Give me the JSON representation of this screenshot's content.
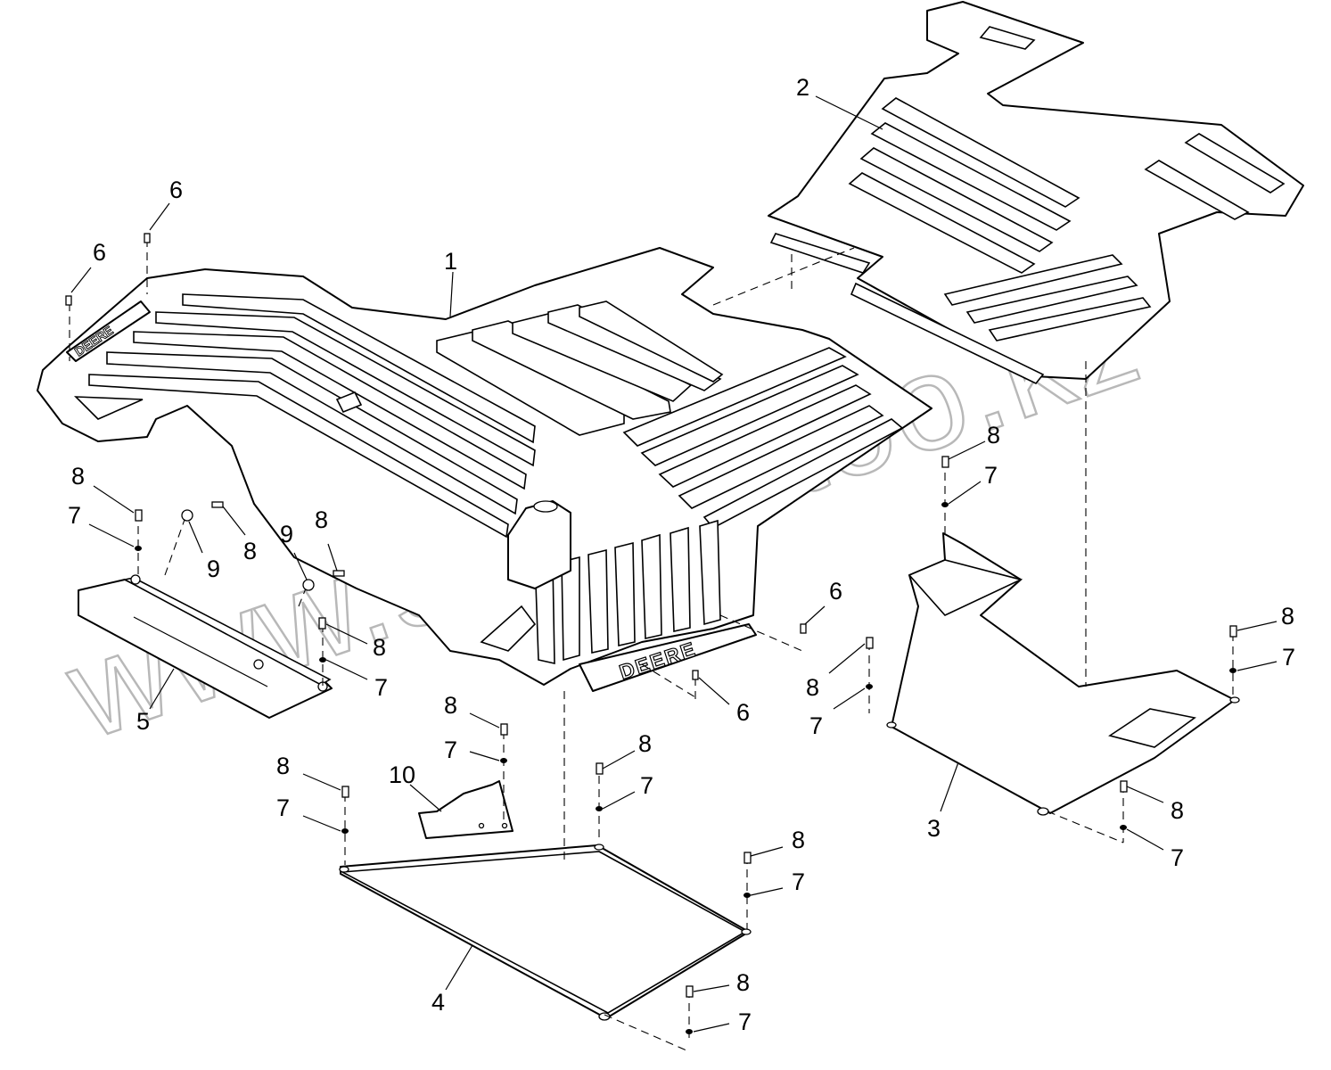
{
  "watermark": "www.simon-too.kz",
  "brand_rear": "DEERE",
  "brand_front": "DEERE",
  "parts": [
    {
      "id": "1",
      "label": "1"
    },
    {
      "id": "2",
      "label": "2"
    },
    {
      "id": "3",
      "label": "3"
    },
    {
      "id": "4",
      "label": "4"
    },
    {
      "id": "5",
      "label": "5"
    },
    {
      "id": "10",
      "label": "10"
    }
  ],
  "callouts": {
    "c1": "1",
    "c2": "2",
    "c3": "3",
    "c4": "4",
    "c5": "5",
    "c10": "10",
    "c6a": "6",
    "c6b": "6",
    "c6c": "6",
    "c6d": "6",
    "c8a": "8",
    "c7a": "7",
    "c9a": "9",
    "c8b": "8",
    "c9b": "9",
    "c8c": "8",
    "c8d": "8",
    "c7b": "7",
    "c8e": "8",
    "c7c": "7",
    "c8f": "8",
    "c7d": "7",
    "c8g": "8",
    "c7e": "7",
    "c8h": "8",
    "c7f": "7",
    "c8i": "8",
    "c7g": "7",
    "c8j": "8",
    "c7h": "7",
    "c8k": "8",
    "c7i": "7",
    "c8l": "8",
    "c7j": "7",
    "c8m": "8",
    "c7k": "7"
  }
}
